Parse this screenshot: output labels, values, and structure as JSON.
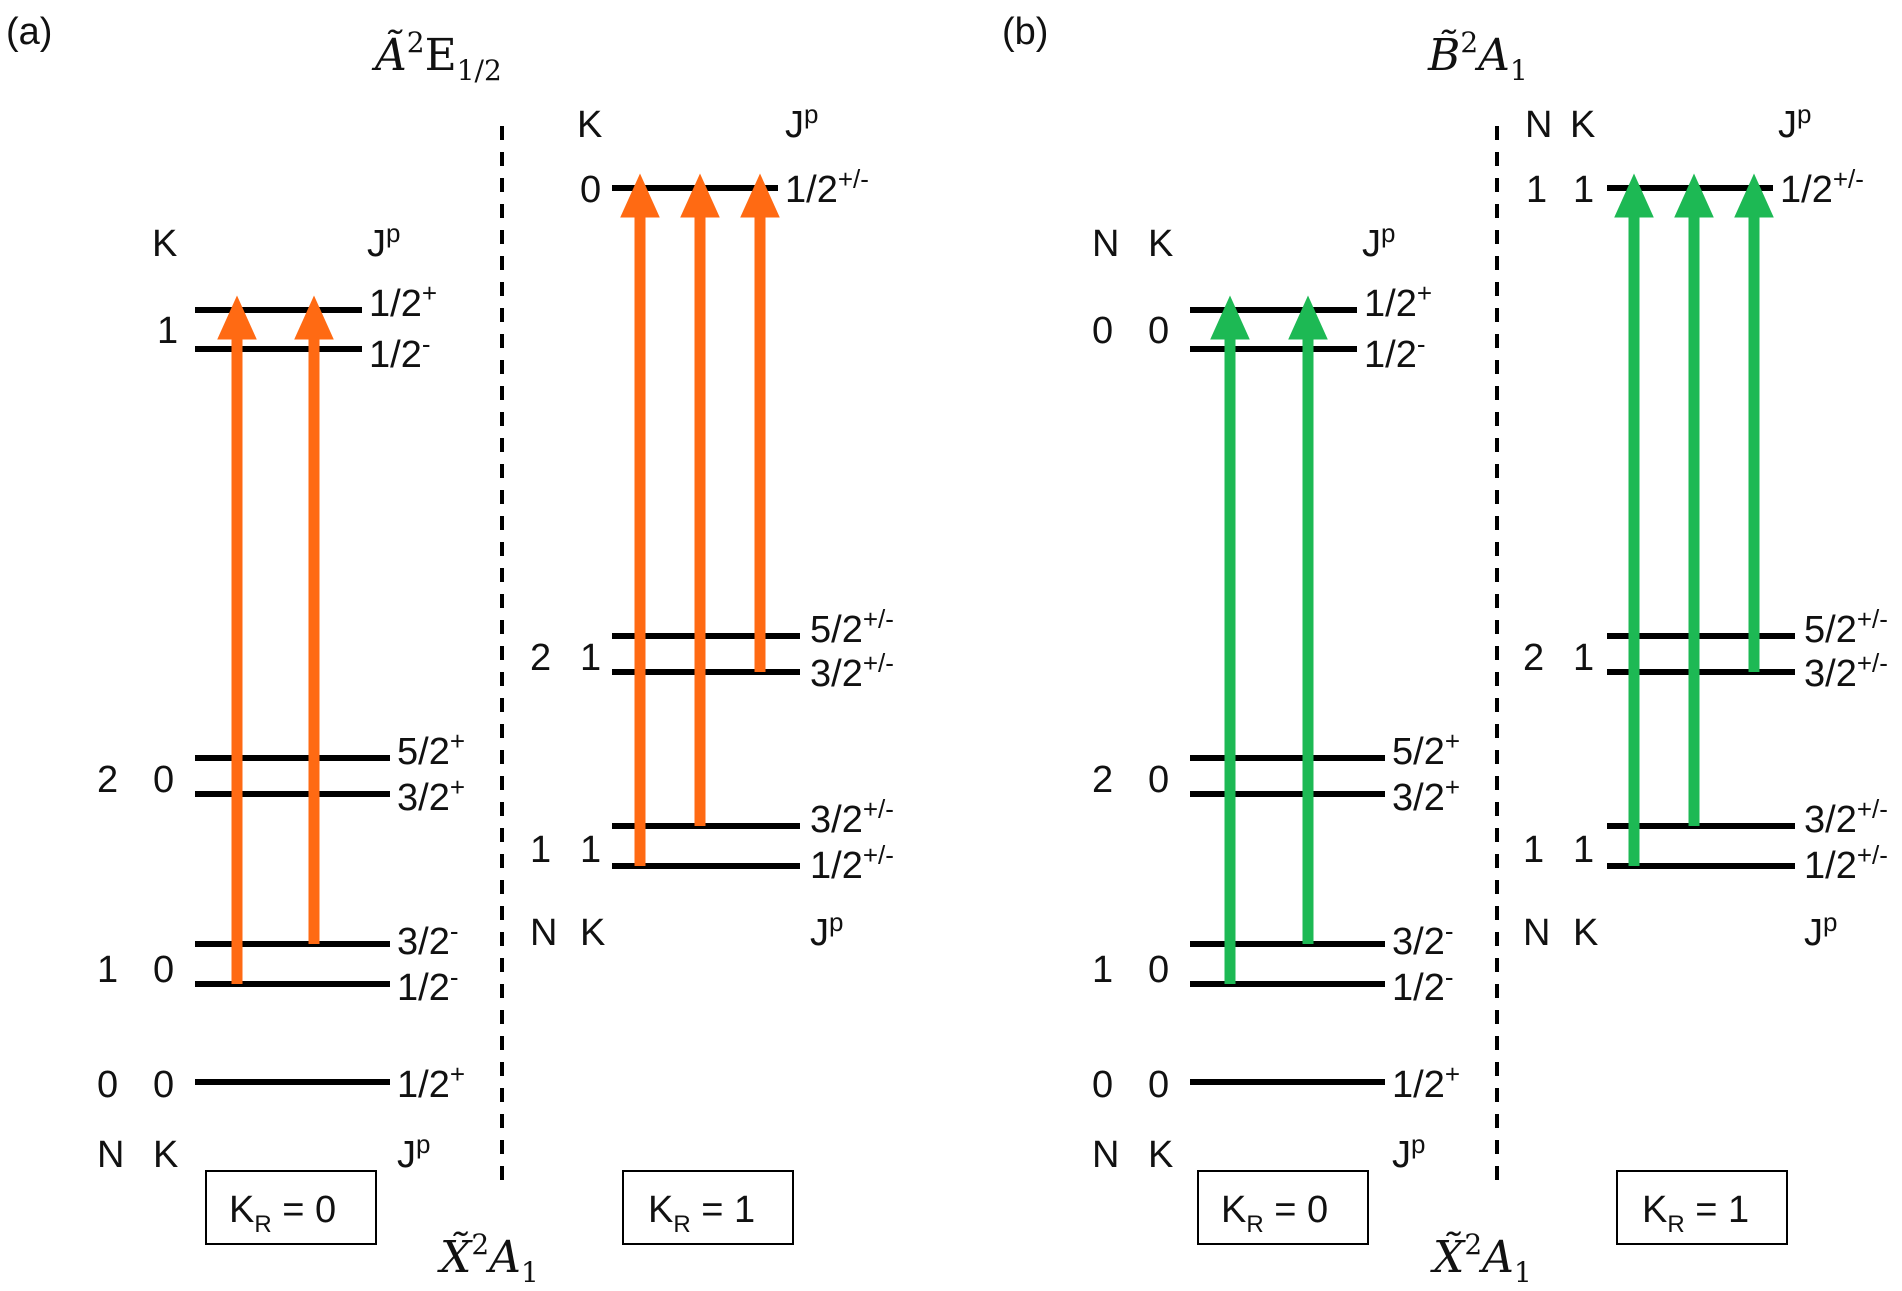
{
  "colors": {
    "panel_a": "#ff6a13",
    "panel_b": "#1db954"
  },
  "panels": [
    {
      "label": "(a)",
      "upper_state": {
        "main": "Ã",
        "sup": "2",
        "term": "E",
        "sub": "1/2"
      },
      "lower_state": {
        "main": "X̃",
        "sup": "2",
        "term": "A",
        "sub": "1"
      },
      "kr0": {
        "box": {
          "label": "K",
          "sub": "R",
          "value": " = 0"
        },
        "lower_header": {
          "n": "N",
          "k": "K",
          "j": "J",
          "p": "p"
        },
        "upper_header": {
          "n": "",
          "k": "K",
          "j": "J",
          "p": "p"
        },
        "upper_levels": [
          {
            "n": "",
            "k": "1",
            "j": "1/2",
            "parity": "+"
          },
          {
            "n": "",
            "k": "",
            "j": "1/2",
            "parity": "-"
          }
        ],
        "lower_levels": [
          {
            "n": "2",
            "k": "0",
            "j": "5/2",
            "parity": "+"
          },
          {
            "n": "",
            "k": "",
            "j": "3/2",
            "parity": "+"
          },
          {
            "n": "",
            "k": "",
            "j": "3/2",
            "parity": "-"
          },
          {
            "n": "1",
            "k": "0",
            "j": "1/2",
            "parity": "-"
          },
          {
            "n": "0",
            "k": "0",
            "j": "1/2",
            "parity": "+"
          }
        ]
      },
      "kr1": {
        "box": {
          "label": "K",
          "sub": "R",
          "value": " = 1"
        },
        "upper_header": {
          "n": "",
          "k": "K",
          "j": "J",
          "p": "p"
        },
        "lower_header": {
          "n": "N",
          "k": "K",
          "j": "J",
          "p": "p"
        },
        "upper_levels": [
          {
            "n": "",
            "k": "0",
            "j": "1/2",
            "parity": "+/-"
          }
        ],
        "lower_levels": [
          {
            "n": "2",
            "k": "1",
            "j": "5/2",
            "parity": "+/-"
          },
          {
            "n": "",
            "k": "",
            "j": "3/2",
            "parity": "+/-"
          },
          {
            "n": "1",
            "k": "1",
            "j": "3/2",
            "parity": "+/-"
          },
          {
            "n": "",
            "k": "",
            "j": "1/2",
            "parity": "+/-"
          }
        ]
      }
    },
    {
      "label": "(b)",
      "upper_state": {
        "main": "B̃",
        "sup": "2",
        "term": "A",
        "sub": "1"
      },
      "lower_state": {
        "main": "X̃",
        "sup": "2",
        "term": "A",
        "sub": "1"
      },
      "kr0": {
        "box": {
          "label": "K",
          "sub": "R",
          "value": " = 0"
        },
        "lower_header": {
          "n": "N",
          "k": "K",
          "j": "J",
          "p": "p"
        },
        "upper_header": {
          "n": "N",
          "k": "K",
          "j": "J",
          "p": "p"
        },
        "upper_levels": [
          {
            "n": "0",
            "k": "0",
            "j": "1/2",
            "parity": "+"
          },
          {
            "n": "",
            "k": "",
            "j": "1/2",
            "parity": "-"
          }
        ],
        "lower_levels": [
          {
            "n": "2",
            "k": "0",
            "j": "5/2",
            "parity": "+"
          },
          {
            "n": "",
            "k": "",
            "j": "3/2",
            "parity": "+"
          },
          {
            "n": "",
            "k": "",
            "j": "3/2",
            "parity": "-"
          },
          {
            "n": "1",
            "k": "0",
            "j": "1/2",
            "parity": "-"
          },
          {
            "n": "0",
            "k": "0",
            "j": "1/2",
            "parity": "+"
          }
        ]
      },
      "kr1": {
        "box": {
          "label": "K",
          "sub": "R",
          "value": " = 1"
        },
        "upper_header": {
          "n": "N",
          "k": "K",
          "j": "J",
          "p": "p"
        },
        "lower_header": {
          "n": "N",
          "k": "K",
          "j": "J",
          "p": "p"
        },
        "upper_levels": [
          {
            "n": "1",
            "k": "1",
            "j": "1/2",
            "parity": "+/-"
          }
        ],
        "lower_levels": [
          {
            "n": "2",
            "k": "1",
            "j": "5/2",
            "parity": "+/-"
          },
          {
            "n": "",
            "k": "",
            "j": "3/2",
            "parity": "+/-"
          },
          {
            "n": "1",
            "k": "1",
            "j": "3/2",
            "parity": "+/-"
          },
          {
            "n": "",
            "k": "",
            "j": "1/2",
            "parity": "+/-"
          }
        ]
      }
    }
  ]
}
